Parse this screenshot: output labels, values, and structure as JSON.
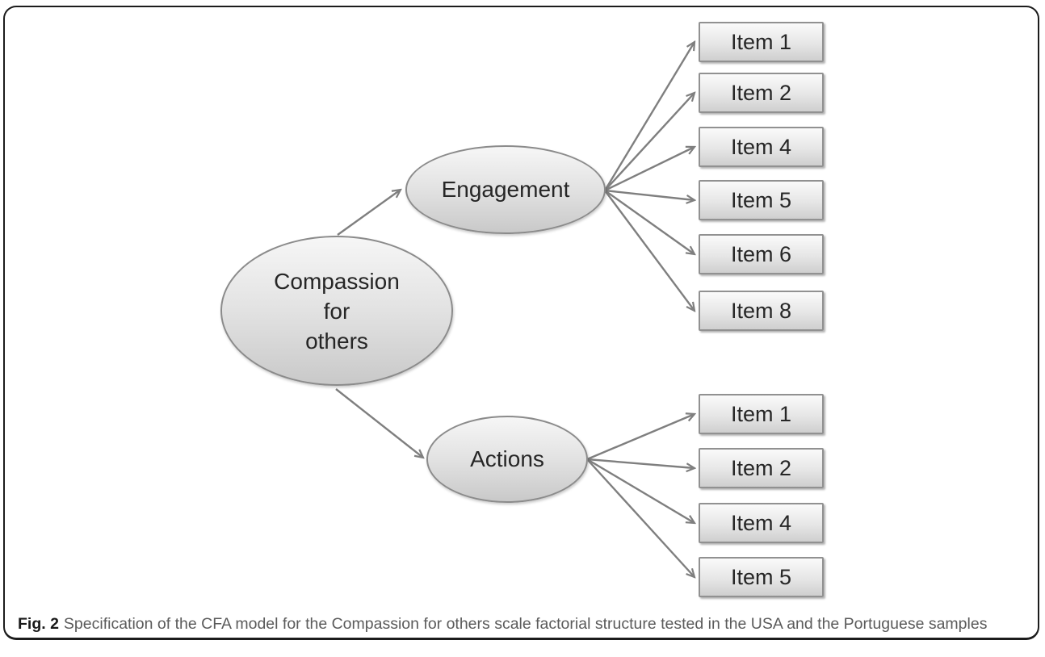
{
  "figure": {
    "caption_label": "Fig. 2",
    "caption_text": "Specification of the CFA model for the Compassion for others scale factorial structure tested in the USA and the Portuguese samples"
  },
  "diagram": {
    "root": {
      "lines": [
        "Compassion",
        "for",
        "others"
      ]
    },
    "factors": [
      {
        "id": "engagement",
        "label": "Engagement"
      },
      {
        "id": "actions",
        "label": "Actions"
      }
    ],
    "engagement_items": [
      "Item 1",
      "Item 2",
      "Item 4",
      "Item 5",
      "Item 6",
      "Item 8"
    ],
    "actions_items": [
      "Item 1",
      "Item 2",
      "Item 4",
      "Item 5"
    ],
    "colors": {
      "node_fill_top": "#f6f6f6",
      "node_fill_bottom": "#c9c9c9",
      "node_border": "#8b8b8b",
      "arrow": "#7f7f7f",
      "frame_border": "#1c1c1c",
      "caption_text": "#5b5b5b",
      "node_text": "#262626"
    }
  }
}
